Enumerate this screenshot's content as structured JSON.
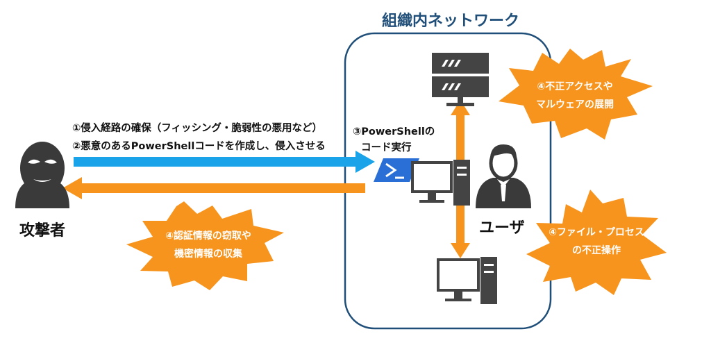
{
  "network": {
    "title": "組織内ネットワーク"
  },
  "attacker": {
    "label": "攻撃者"
  },
  "user": {
    "label": "ユーザ"
  },
  "steps": {
    "step1": "①侵入経路の確保（フィッシング・脆弱性の悪用など）",
    "step2": "②悪意のあるPowerShellコードを作成し、侵入させる",
    "step3_line1": "③PowerShellの",
    "step3_line2": "コード実行"
  },
  "bursts": {
    "server": {
      "line1": "④不正アクセスや",
      "line2": "マルウェアの展開"
    },
    "files": {
      "line1": "④ファイル・プロセス",
      "line2": "の不正操作"
    },
    "theft": {
      "line1": "④認証情報の窃取や",
      "line2": "機密情報の収集"
    }
  },
  "colors": {
    "blue_arrow": "#1aa3e8",
    "orange": "#f7941d",
    "network_border": "#1f4e79",
    "icon_gray": "#444444",
    "powershell": "#2a6fd6"
  },
  "icons": {
    "attacker": "hooded-attacker-icon",
    "server": "server-rack-icon",
    "powershell": "powershell-icon",
    "pc": "desktop-pc-icon",
    "user": "user-icon"
  }
}
